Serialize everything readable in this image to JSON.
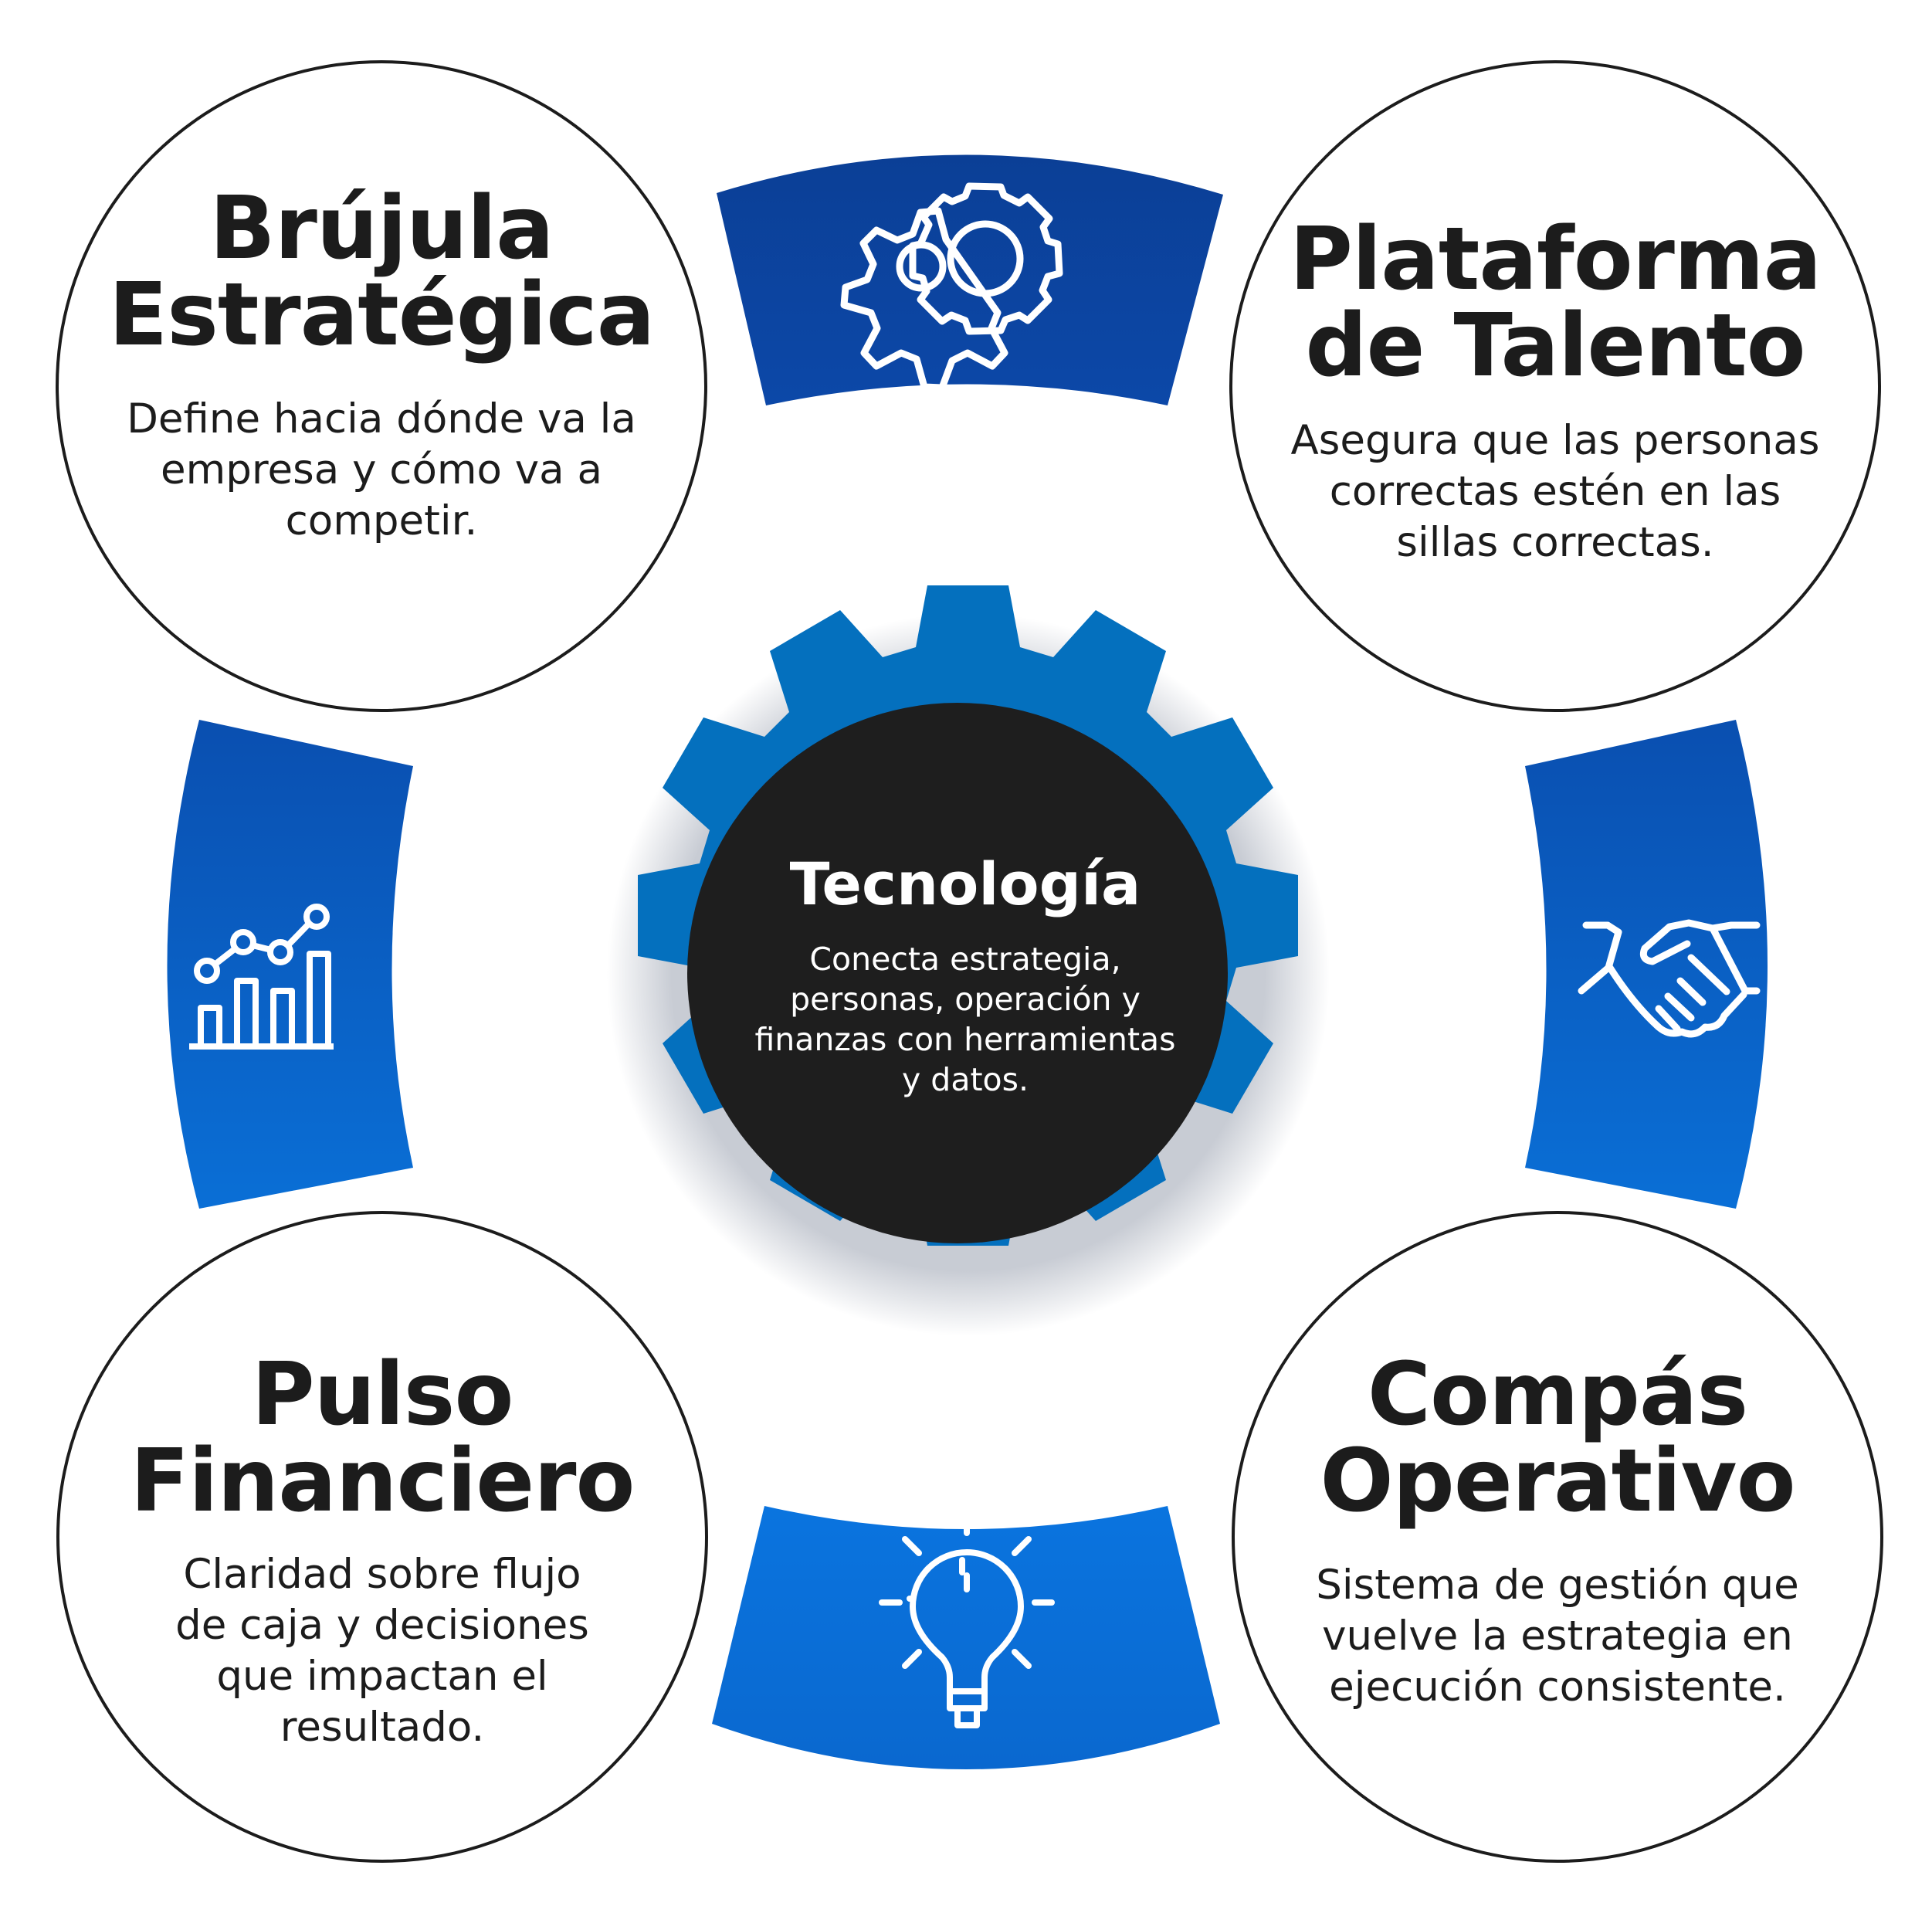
{
  "center": {
    "title": "Tecnología",
    "description_lines": [
      "Conecta estrategia,",
      "personas, operación y",
      "finanzas con herramientas",
      "y datos."
    ]
  },
  "pillars": [
    {
      "title_lines": [
        "Brújula",
        "Estratégica"
      ],
      "description_lines": [
        "Define hacia dónde va la",
        "empresa y cómo va a",
        "competir."
      ]
    },
    {
      "title_lines": [
        "Plataforma",
        "de Talento"
      ],
      "description_lines": [
        "Asegura que las personas",
        "correctas estén en las",
        "sillas correctas."
      ]
    },
    {
      "title_lines": [
        "Pulso",
        "Financiero"
      ],
      "description_lines": [
        "Claridad sobre flujo",
        "de caja y decisiones",
        "que impactan el",
        "resultado."
      ]
    },
    {
      "title_lines": [
        "Compás",
        "Operativo"
      ],
      "description_lines": [
        "Sistema de gestión que",
        "vuelve la estrategia en",
        "ejecución consistente."
      ]
    }
  ],
  "connectors": [
    {
      "position": "top",
      "icon": "gears-icon"
    },
    {
      "position": "right",
      "icon": "handshake-icon"
    },
    {
      "position": "bottom",
      "icon": "lightbulb-icon"
    },
    {
      "position": "left",
      "icon": "growth-chart-icon"
    }
  ],
  "colors": {
    "gear": "#0470be",
    "center_disc": "#1e1e1e",
    "banner_dark": "#0b3f96",
    "banner_mid": "#0a63c6",
    "banner_light": "#0a7be6",
    "outline": "#1c1c1c"
  }
}
